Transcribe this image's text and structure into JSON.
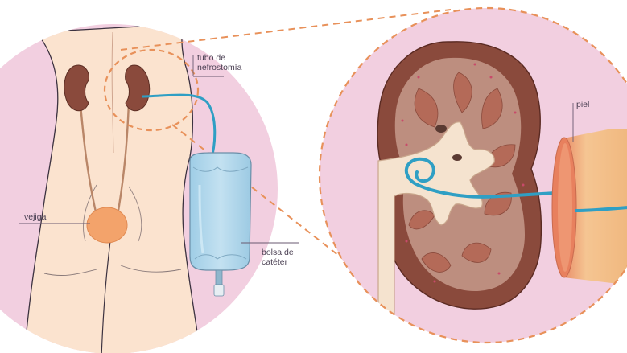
{
  "labels": {
    "tube_line1": "tubo de",
    "tube_line2": "nefrostomía",
    "bladder": "vejiga",
    "bag_line1": "bolsa de",
    "bag_line2": "catéter",
    "skin": "piel"
  },
  "colors": {
    "background_circle": "#f2cfe0",
    "body_skin": "#fbe3cf",
    "body_outline": "#3c3240",
    "kidney_brown": "#8a4a3c",
    "kidney_cortex": "#f1d3c6",
    "tube_blue": "#3aa6c9",
    "bag_blue": "#b7d9ec",
    "bladder_orange": "#f3a36b",
    "dashed_orange": "#e8915a",
    "skin_layer": "#f4c892",
    "label_text": "#4a3f52"
  }
}
